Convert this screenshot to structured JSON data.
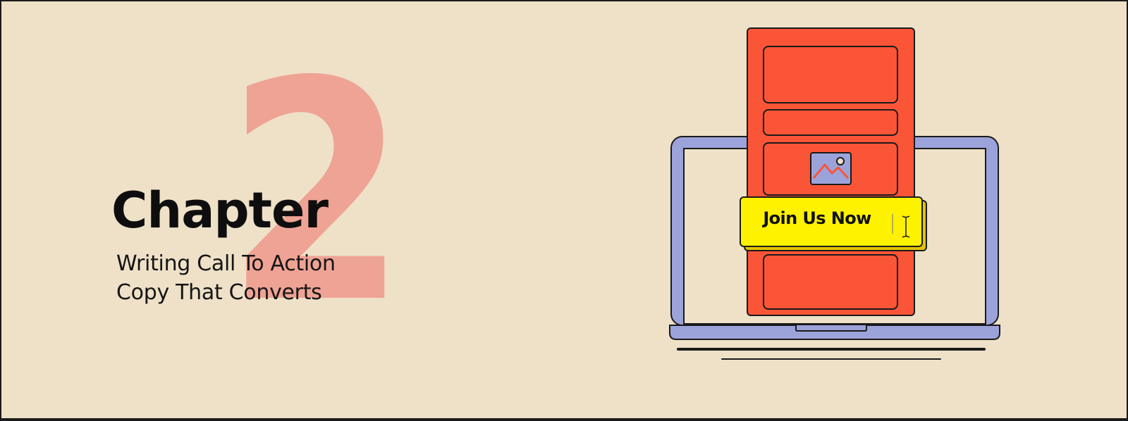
{
  "banner": {
    "big_number": "2",
    "title": "Chapter",
    "subtitle_lines": [
      "Writing Call To Action",
      "Copy That Converts"
    ]
  },
  "illustration": {
    "cta_label": "Join Us Now",
    "icons": [
      "laptop-icon",
      "image-placeholder-icon",
      "text-cursor-icon"
    ]
  },
  "colors": {
    "background": "#EEE1C8",
    "digit": "#EFA394",
    "panel": "#FA5537",
    "laptop": "#9CA3DB",
    "cta": "#FFF200",
    "cta_shadow": "#E3C200",
    "outline": "#1a1a1a"
  }
}
